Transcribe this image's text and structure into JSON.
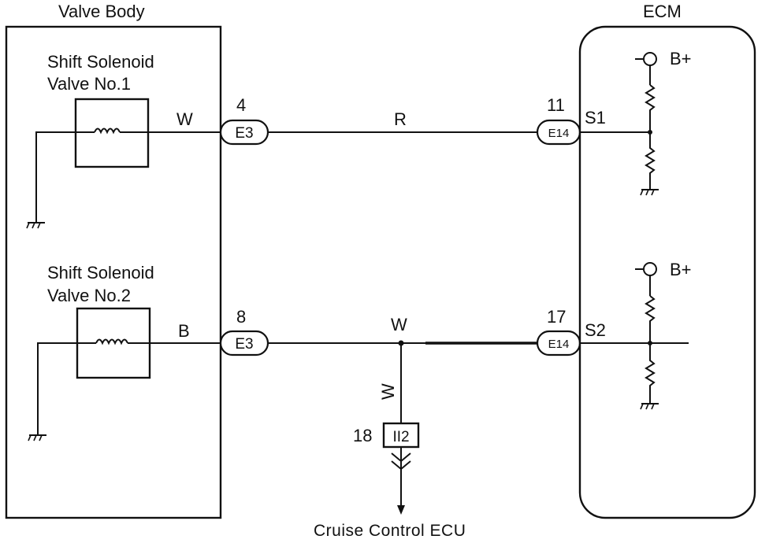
{
  "valve_body": {
    "title": "Valve Body",
    "solenoid1": {
      "line1": "Shift Solenoid",
      "line2": "Valve No.1"
    },
    "solenoid2": {
      "line1": "Shift Solenoid",
      "line2": "Valve No.2"
    }
  },
  "ecm": {
    "title": "ECM",
    "bplus1": "B+",
    "bplus2": "B+"
  },
  "circuit1": {
    "solenoid_wire": "W",
    "vb_pin": "4",
    "vb_connector": "E3",
    "harness_wire": "R",
    "ecm_pin": "11",
    "ecm_connector": "E14",
    "ecm_terminal": "S1"
  },
  "circuit2": {
    "solenoid_wire": "B",
    "vb_pin": "8",
    "vb_connector": "E3",
    "harness_wire": "W",
    "ecm_pin": "17",
    "ecm_connector": "E14",
    "ecm_terminal": "S2",
    "branch_wire": "W",
    "branch_pin": "18",
    "branch_connector": "II2",
    "branch_destination": "Cruise Control ECU"
  }
}
